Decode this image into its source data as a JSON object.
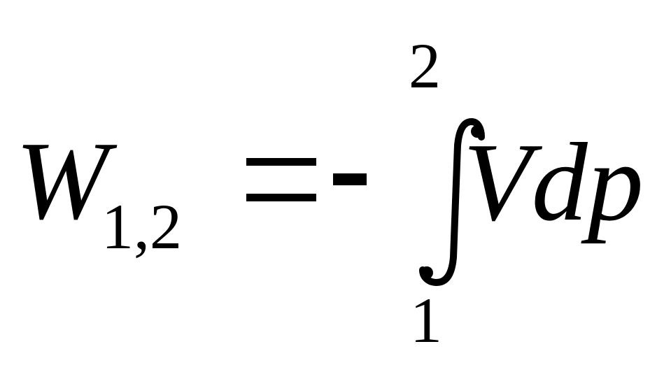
{
  "formula": {
    "symbol": "W",
    "subscript": "1,2",
    "equals": "=",
    "minus": "-",
    "integral": {
      "upper_limit": "2",
      "lower_limit": "1",
      "integrand": "Vdp"
    }
  }
}
